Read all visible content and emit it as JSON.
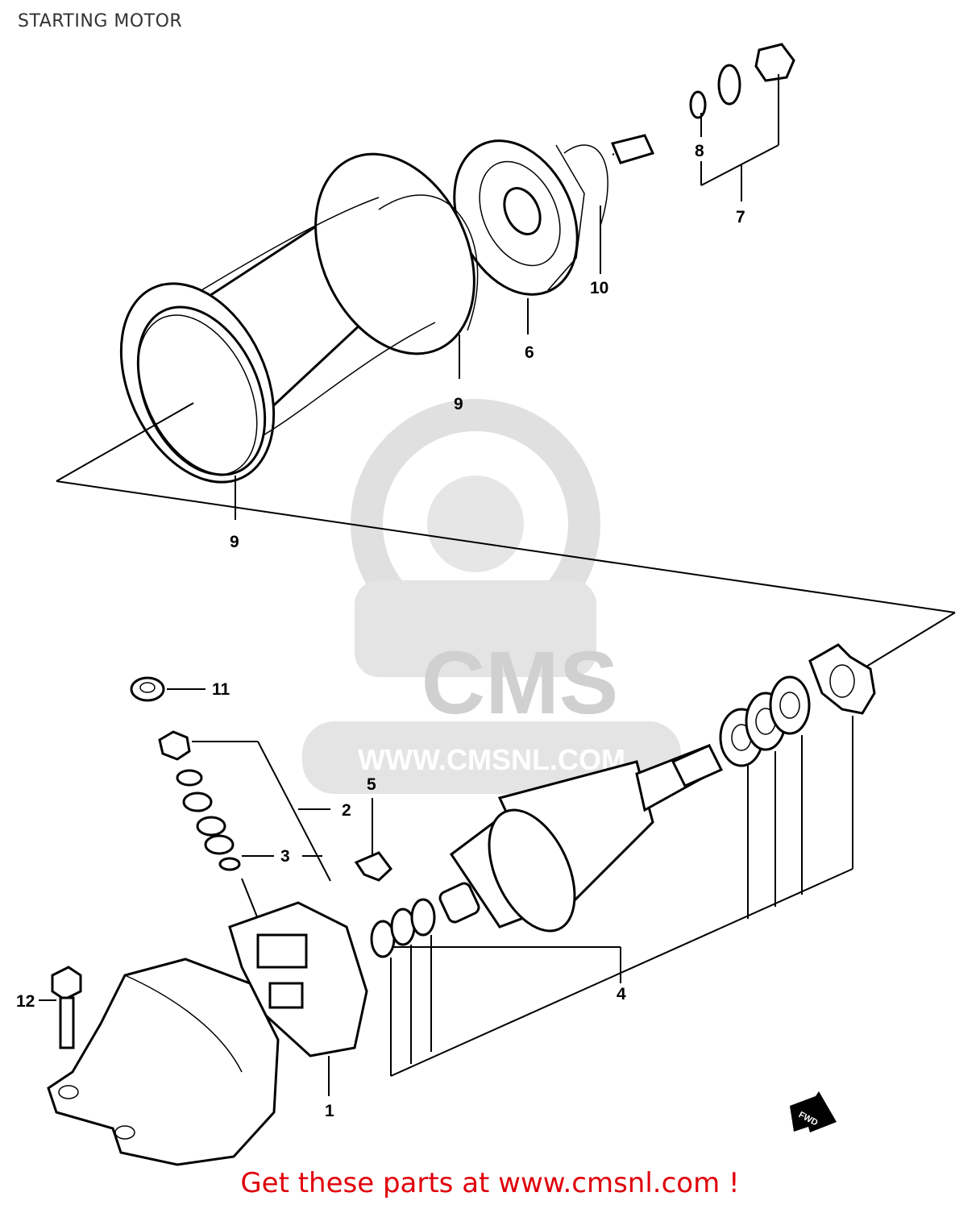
{
  "title": "STARTING MOTOR",
  "callouts": [
    "1",
    "2",
    "3",
    "4",
    "5",
    "6",
    "7",
    "8",
    "9",
    "9",
    "10",
    "11",
    "12"
  ],
  "watermark": {
    "brand": "CMS",
    "url": "WWW.CMSNL.COM"
  },
  "direction_arrow": "FWD",
  "footer": "Get these parts at www.cmsnl.com !",
  "colors": {
    "footer": "#e0000b",
    "watermark": "#d9d9d9"
  }
}
